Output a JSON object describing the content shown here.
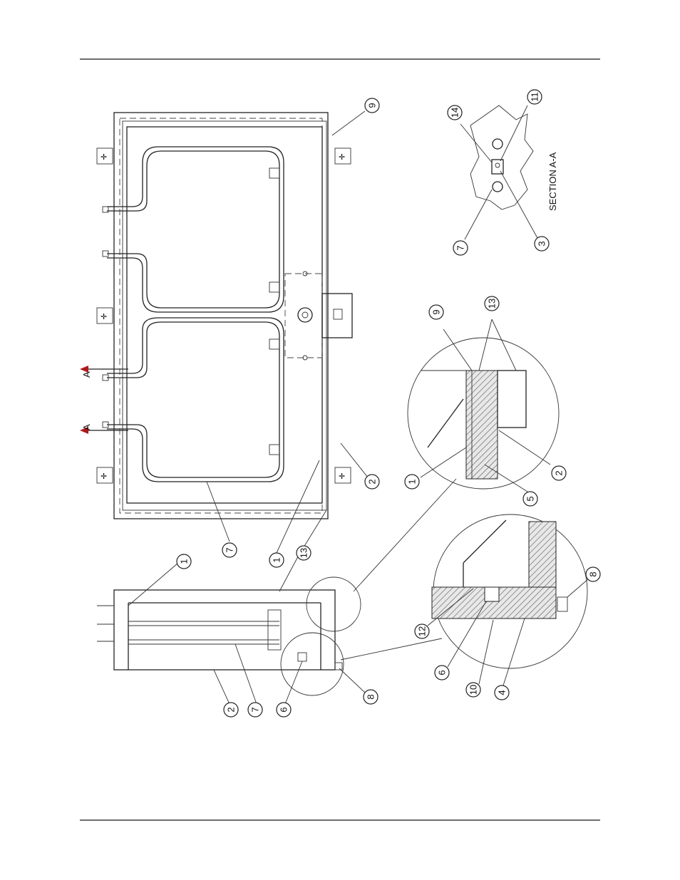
{
  "diagram": {
    "section_arrow_label": "A",
    "section_title": "SECTION A-A",
    "callouts": {
      "main_plan": [
        "9",
        "7",
        "1",
        "13",
        "2"
      ],
      "side_view": [
        "1",
        "2",
        "7",
        "6",
        "8"
      ],
      "detail_upper": [
        "9",
        "13",
        "1",
        "5",
        "2"
      ],
      "detail_lower": [
        "8",
        "12",
        "6",
        "10",
        "4"
      ],
      "section": [
        "14",
        "11",
        "7",
        "3"
      ]
    }
  }
}
